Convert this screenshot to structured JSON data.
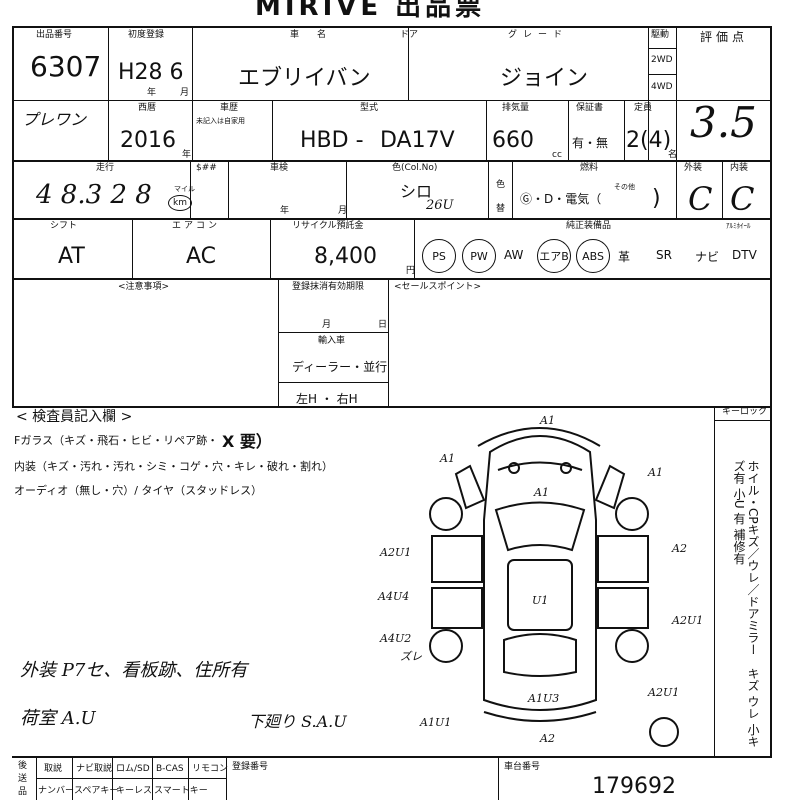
{
  "header": {
    "title": "MIRIVE 出品票"
  },
  "labels": {
    "lot_no": "出品番号",
    "first_reg": "初度登録",
    "year": "年",
    "month": "月",
    "car_name": "車名",
    "door": "ドア",
    "grade": "グレード",
    "drive": "駆動",
    "drive_2wd": "2WD",
    "drive_4wd": "4WD",
    "rating": "評価点",
    "seireki": "西暦",
    "shaken_label": "車歴",
    "shaken_note": "未記入は自家用",
    "model": "型式",
    "displacement": "排気量",
    "cc": "cc",
    "warranty": "保証書",
    "capacity": "定員",
    "capacity_unit": "名",
    "mileage": "走行",
    "yen": "$##",
    "shaken": "車検",
    "color": "色(Col.No)",
    "fuel": "燃料",
    "fuel_other": "その他",
    "exterior": "外装",
    "interior": "内装",
    "iro": "色",
    "gae": "替",
    "shift": "シフト",
    "aircon": "エアコン",
    "recycle": "リサイクル預託金",
    "yen_unit": "円",
    "equipment": "純正装備品",
    "alumi": "ｱﾙﾐﾎｲｰﾙ",
    "notes": "<注意事項>",
    "reg_expire": "登録抹消有効期限",
    "reg_month": "月",
    "reg_day": "日",
    "import": "輸入車",
    "import_opt": "ディーラー・並行",
    "handle": "左H ・ 右H",
    "sales_point": "<セールスポイント>",
    "inspector": "< 検査員記入欄 >",
    "glass": "Fガラス（キズ・飛石・ヒビ・リペア跡・",
    "glass_x": "X 要）",
    "interior_line": "内装（キズ・汚れ・汚れ・シミ・コゲ・穴・キレ・破れ・割れ）",
    "audio_line": "オーディオ（無し・穴）/ タイヤ（スタッドレス）",
    "key_lock": "キーロック",
    "side_text": "ホイル・CPキズ／ウレ／ドアミラー　キズ ウレ 小キズ有 小U 有 補修有",
    "bottom": [
      "後",
      "送",
      "品"
    ],
    "bottom_row1": [
      "取説",
      "ナビ取説",
      "ロム/SD",
      "B-CAS",
      "リモコン"
    ],
    "bottom_row2": [
      "ナンバー",
      "スペアキー",
      "キーレス",
      "スマートキー"
    ],
    "registration_no": "登録番号",
    "chassis_no": "車台番号"
  },
  "values": {
    "lot_no": "6307",
    "first_reg": "H28 6",
    "car_name": "エブリイバン",
    "grade": "ジョイン",
    "prefix": "プレワン",
    "seireki": "2016",
    "model_a": "HBD -",
    "model_b": "DA17V",
    "displacement": "660",
    "warranty": "有・無",
    "capacity": "2(4)",
    "rating": "3.5",
    "mileage": "4 8.3 2 8",
    "km": "km",
    "mile": "マイル",
    "color": "シロ",
    "color_no": "26U",
    "fuel": "Ⓖ・D・電気（",
    "exterior_grade": "C",
    "interior_grade": "C",
    "shift": "AT",
    "aircon": "AC",
    "recycle": "8,400",
    "chassis": "179692"
  },
  "equipment": [
    "PS",
    "PW",
    "AW",
    "エアB",
    "ABS",
    "革",
    "SR",
    "ナビ",
    "DTV"
  ],
  "equipment_circled": [
    true,
    true,
    false,
    true,
    true,
    false,
    false,
    false,
    false
  ],
  "handwritten": {
    "note1": "外装 P7セ、看板跡、住所有",
    "note2": "荷室 A.U",
    "note3": "下廻り S.A.U",
    "marks": [
      "A1",
      "A1",
      "A1",
      "A1",
      "A2U1",
      "A2",
      "A4U4",
      "U1",
      "A2U1",
      "A4U2",
      "ズレ",
      "A2U1",
      "A1U1",
      "A1U3",
      "A2"
    ]
  }
}
